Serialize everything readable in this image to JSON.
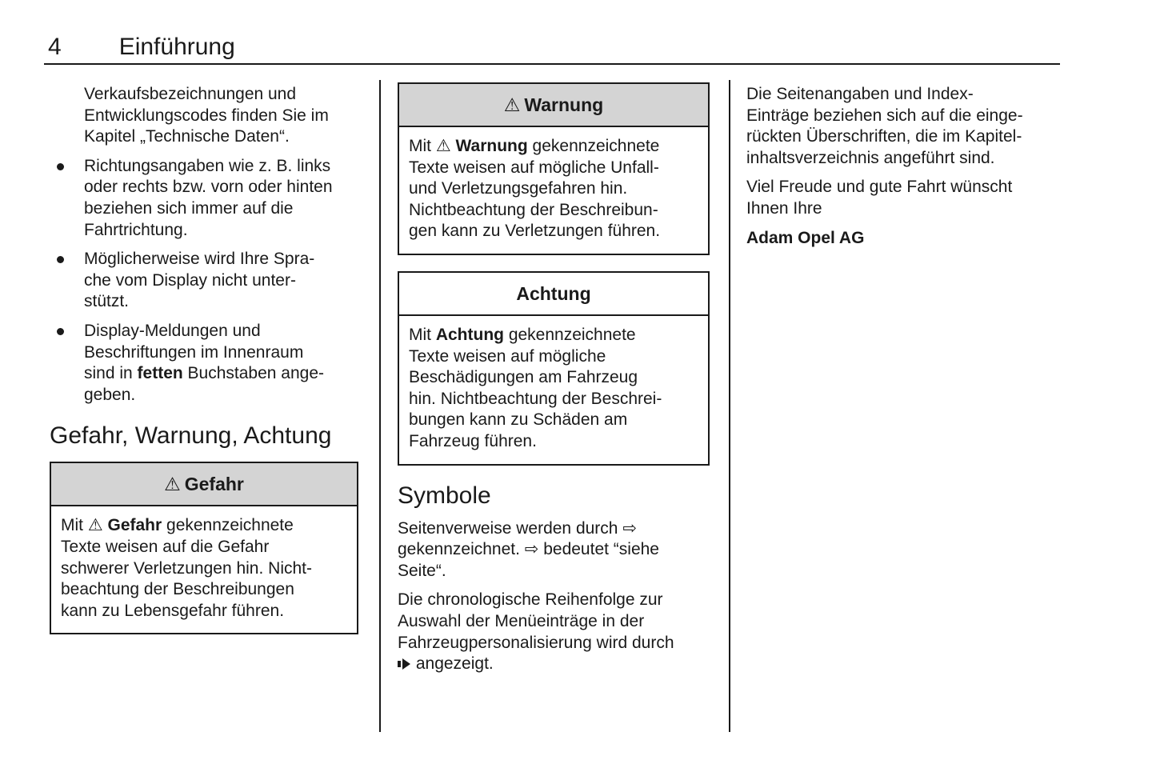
{
  "page": {
    "number": "4",
    "chapter": "Einführung"
  },
  "colors": {
    "text": "#1a1a1a",
    "box_header_bg": "#d4d4d4"
  },
  "left_column": {
    "intro_continuation": "Verkaufsbezeichnungen und\nEntwicklungscodes finden Sie im\nKapitel „Technische Daten“.",
    "bullets": [
      [
        {
          "t": "Richtungsangaben wie z. B. links\noder rechts bzw. vorn oder hinten\nbeziehen sich immer auf die\nFahrtrichtung."
        }
      ],
      [
        {
          "t": "Möglicherweise wird Ihre Spra-\nche vom Display nicht unter-\nstützt."
        }
      ],
      [
        {
          "t": "Display-Meldungen und\nBeschriftungen im Innenraum\nsind in "
        },
        {
          "t": "fetten",
          "b": true
        },
        {
          "t": " Buchstaben ange-\ngeben."
        }
      ]
    ],
    "section_heading": "Gefahr, Warnung, Achtung",
    "danger_box": {
      "header_icon": "⚠",
      "header_label": "Gefahr",
      "body": [
        {
          "t": "Mit "
        },
        {
          "t": "⚠",
          "i": "warning-triangle-icon"
        },
        {
          "t": " "
        },
        {
          "t": "Gefahr",
          "b": true
        },
        {
          "t": " gekennzeichnete\nTexte weisen auf die Gefahr\nschwerer Verletzungen hin. Nicht-\nbeachtung der Beschreibungen\nkann zu Lebensgefahr führen."
        }
      ]
    }
  },
  "middle_column": {
    "warning_box": {
      "header_icon": "⚠",
      "header_label": "Warnung",
      "body": [
        {
          "t": "Mit "
        },
        {
          "t": "⚠",
          "i": "warning-triangle-icon"
        },
        {
          "t": " "
        },
        {
          "t": "Warnung",
          "b": true
        },
        {
          "t": " gekennzeichnete\nTexte weisen auf mögliche Unfall-\nund Verletzungsgefahren hin.\nNichtbeachtung der Beschreibun-\ngen kann zu Verletzungen führen."
        }
      ]
    },
    "caution_box": {
      "header_label": "Achtung",
      "body": [
        {
          "t": "Mit "
        },
        {
          "t": "Achtung",
          "b": true
        },
        {
          "t": " gekennzeichnete\nTexte weisen auf mögliche\nBeschädigungen am Fahrzeug\nhin. Nichtbeachtung der Beschrei-\nbungen kann zu Schäden am\nFahrzeug führen."
        }
      ]
    },
    "symbols_heading": "Symbole",
    "symbols_p1": "Seitenverweise werden durch ⇨\ngekennzeichnet. ⇨ bedeutet “siehe\nSeite“.",
    "symbols_p2": [
      {
        "t": "Die chronologische Reihenfolge zur\nAuswahl der Menüeinträge in der\nFahrzeugpersonalisierung wird durch\n"
      },
      {
        "i": "menu-sequence-arrow"
      },
      {
        "t": " angezeigt."
      }
    ]
  },
  "right_column": {
    "p1": "Die Seitenangaben und Index-\nEinträge beziehen sich auf die einge-\nrückten Überschriften, die im Kapitel-\ninhaltsverzeichnis angeführt sind.",
    "p2": "Viel Freude und gute Fahrt wünscht\nIhnen Ihre",
    "signature": "Adam Opel AG"
  }
}
